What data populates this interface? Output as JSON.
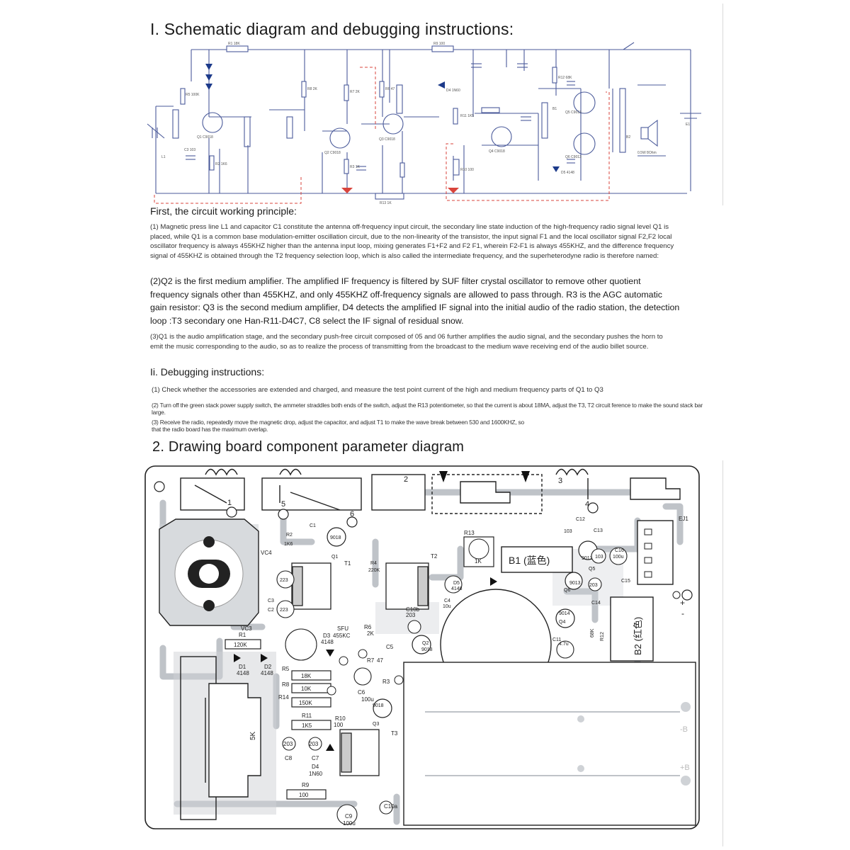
{
  "section1": {
    "title": "I. Schematic diagram and debugging instructions:"
  },
  "schematic": {
    "labels": {
      "r1": "R1  18K",
      "r9": "R9  100",
      "r5": "R5  100K",
      "r8": "R8  2K",
      "r7": "R7  2K",
      "r13": "R13 1K",
      "r12": "R12 68K",
      "r11": "R11 1K5",
      "r10": "R10 100",
      "r6": "R6 47",
      "r2": "R2 1K6",
      "r3": "R3 1K",
      "q1": "Q1 C9018",
      "q2": "Q2 C9018",
      "q3": "Q3 C9018",
      "q4": "Q4 C9018",
      "q5": "Q5 C9013",
      "q6": "Q6 C9013",
      "d4": "D4 1N60",
      "d5": "D5 4148",
      "speaker": "0.5W 8Ohm",
      "e1": "E1",
      "l1": "L1",
      "c3": "C3 103",
      "b1": "B1",
      "b2": "B2"
    }
  },
  "principle": {
    "heading": "First, the circuit working principle:",
    "p1": "(1) Magnetic press line L1 and capacitor C1 constitute the antenna off-frequency input circuit, the secondary line state induction of the high-frequency radio signal level Q1 is placed, while Q1 is a common base modulation-emitter oscillation circuit, due to the non-linearity of the transistor, the input signal F1 and the local oscillator signal F2,F2 local oscillator frequency is always 455KHZ higher than the antenna input loop, mixing generates F1+F2 and F2 F1, wherein F2-F1 is always 455KHZ, and the difference frequency signal of 455KHZ is obtained through the T2 frequency selection loop, which is also called the intermediate frequency, and the superheterodyne radio is therefore named:",
    "p2": "(2)Q2 is the first medium amplifier. The amplified IF frequency is filtered by SUF filter crystal oscillator to remove other quotient frequency signals other than 455KHZ, and only 455KHZ off-frequency signals are allowed to pass through. R3 is the AGC automatic gain resistor: Q3 is the second medium amplifier, D4 detects the amplified IF signal into the initial audio of the radio station, the detection loop :T3 secondary one Han-R11-D4C7, C8 select the IF signal of residual snow.",
    "p3": "(3)Q1 is the audio amplification stage, and the secondary push-free circuit composed of 05 and 06 further amplifies the audio signal, and the secondary pushes the horn to emit the music corresponding to the audio, so as to realize the process of transmitting from the broadcast to the medium wave receiving end of the audio billet source."
  },
  "debugging": {
    "heading": "Ii. Debugging instructions:",
    "d1": "(1) Check whether the accessories are extended and charged, and measure the test point current of the high and medium frequency parts of Q1 to Q3",
    "d2": "(2) Turn off the green stack power supply switch, the ammeter straddles both ends of the switch, adjust the R13 potentiometer, so that the current is about 18MA, adjust the T3, T2 circuit ference to make the sound stack bar large.",
    "d3": "(3) Receive the radio, repeatedly move the magnetic drop, adjust the capacitor, and adjust T1 to make the wave break between 530 and 1600KHZ, so that the radio board has the maximum overlap."
  },
  "section2": {
    "title": "2. Drawing board component parameter diagram"
  },
  "board": {
    "points": [
      "1",
      "2",
      "3",
      "4",
      "5",
      "6"
    ],
    "ej1": "EJ1",
    "vc4": "VC4",
    "vc3": "VC3",
    "c1": "C1",
    "r2": "R2",
    "r2v": "1K6",
    "q1_type": "9018",
    "q1": "Q1",
    "t1": "T1",
    "r4": "R4",
    "r4v": "220K",
    "t2": "T2",
    "r13": "R13",
    "r13v": "1K",
    "b1": "B1 (蓝色)",
    "c12": "C12",
    "c12v": "103",
    "c13": "C13",
    "c13v": "103",
    "c16": "C16",
    "c16v": "100u",
    "c15": "C15",
    "q5": "Q5",
    "q5_type": "9013",
    "q6": "Q6",
    "q6_type": "9013",
    "c14": "C14",
    "c14v": "203",
    "d5": "D5",
    "d5v": "4148",
    "c3": "C3",
    "c3v": "223",
    "c4": "C4",
    "c4v": "10u",
    "c2": "C2",
    "c2v": "223",
    "r1": "R1",
    "r1v": "120K",
    "d1": "D1",
    "d1v": "4148",
    "d2": "D2",
    "d2v": "4148",
    "d3": "D3",
    "d3v": "4148",
    "sfu": "SFU",
    "sfuv": "455KC",
    "r6": "R6",
    "r6v": "2K",
    "c10b": "C10b",
    "c10bv": "203",
    "q2": "Q2",
    "q2_type": "9018",
    "c5": "C5",
    "r7": "R7",
    "r7v": "47",
    "r5": "R5",
    "r5v": "18K",
    "r8": "R8",
    "r8v": "10K",
    "r3": "R3",
    "r14": "R14",
    "r14v": "150K",
    "r11": "R11",
    "r11v": "1K5",
    "r10": "R10",
    "r10v": "100",
    "c6": "C6",
    "c6v": "100u",
    "q3": "Q3",
    "q3_type": "9018",
    "t3": "T3",
    "c8": "C8",
    "c8v": "203",
    "c7": "C7",
    "c7v": "203",
    "d4": "D4",
    "d4v": "1N60",
    "r9": "R9",
    "r9v": "100",
    "c9": "C9",
    "c9v": "100u",
    "c10a": "C10a",
    "q4": "Q4",
    "q4_type": "9014",
    "r12": "R12",
    "r12v": "68K",
    "c11": "C11",
    "c11v": "4.7u",
    "b2": "B2 (红色)",
    "pot": "5K",
    "plus": "+",
    "minus": "-",
    "batt_minus": "-B",
    "batt_plus": "+B"
  }
}
